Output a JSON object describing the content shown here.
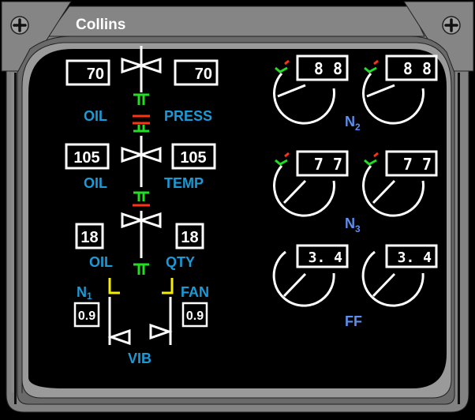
{
  "bezel": {
    "brand": "Collins",
    "colors": {
      "frame": "#828282",
      "frame_light": "#a8a8a8",
      "frame_dark": "#5e5e5e",
      "screen": "#000000"
    }
  },
  "colors": {
    "label_cyan": "#1a9ad6",
    "label_blue": "#5b8ff0",
    "valve_white": "#ffffff",
    "green": "#22dd22",
    "red": "#ff3311",
    "yellow": "#f5ee00"
  },
  "left_panel": {
    "oil_press": {
      "left_value": "70",
      "right_value": "70",
      "label_left": "OIL",
      "label_right": "PRESS"
    },
    "oil_temp": {
      "left_value": "105",
      "right_value": "105",
      "label_left": "OIL",
      "label_right": "TEMP"
    },
    "oil_qty": {
      "left_value": "18",
      "right_value": "18",
      "label_left": "OIL",
      "label_right": "QTY"
    },
    "vib": {
      "left_label": "N",
      "left_label_sub": "1",
      "right_label": "FAN",
      "left_value": "0.9",
      "right_value": "0.9",
      "bottom_label": "VIB"
    }
  },
  "right_panel": {
    "n2": {
      "label": "N",
      "label_sub": "2",
      "left_value": "8 8",
      "right_value": "8 8"
    },
    "n3": {
      "label": "N",
      "label_sub": "3",
      "left_value": "7 7",
      "right_value": "7 7"
    },
    "ff": {
      "label": "FF",
      "left_value": "3. 4",
      "right_value": "3. 4"
    }
  }
}
